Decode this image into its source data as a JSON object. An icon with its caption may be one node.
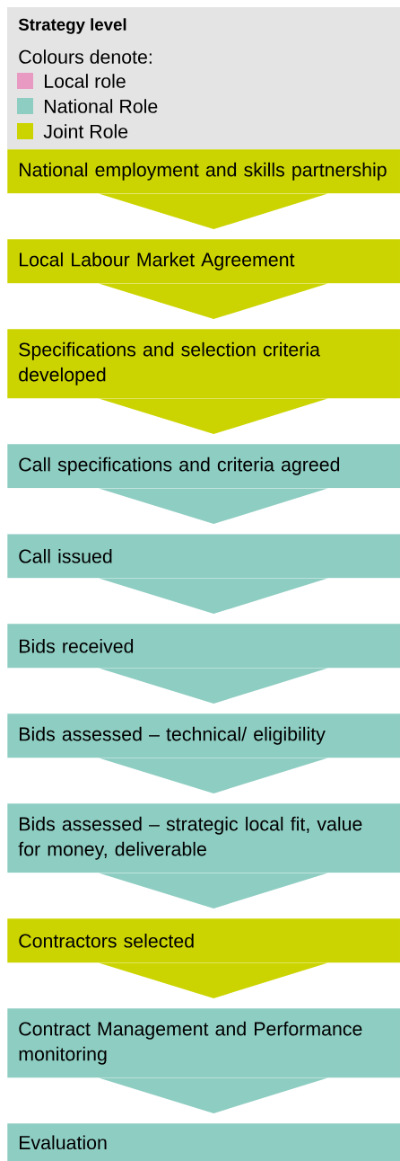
{
  "diagram": {
    "title": "Strategy level",
    "nodes": [
      {
        "text": [
          "National employment and skills partnership"
        ]
      },
      {
        "text": [
          "Local Labour Market Agreement"
        ]
      },
      {
        "text": [
          "Specifications and selection criteria developed"
        ]
      },
      {
        "text": [
          "Call specifications and criteria agreed"
        ]
      },
      {
        "text": [
          "Call issued"
        ]
      },
      {
        "text": [
          "Bids received"
        ]
      },
      {
        "text": [
          "Bids assessed – technical/ eligibility"
        ]
      },
      {
        "text": [
          "Bids assessed – strategic local fit, value for money, deliverable"
        ]
      },
      {
        "text": [
          "Contractors selected"
        ]
      },
      {
        "text": [
          "Contract Management and Performance monitoring"
        ]
      },
      {
        "text": [
          "Evaluation"
        ]
      }
    ],
    "edges": [
      {
        "from": 0,
        "to": 1,
        "arrow": "to",
        "color": "#cbd400"
      },
      {
        "from": 1,
        "to": 2,
        "arrow": "to",
        "color": "#cbd400"
      },
      {
        "from": 2,
        "to": 3,
        "arrow": "to",
        "color": "#cbd400"
      },
      {
        "from": 3,
        "to": 4,
        "arrow": "to"
      },
      {
        "from": 4,
        "to": 5,
        "arrow": "to"
      },
      {
        "from": 5,
        "to": 6,
        "arrow": "to"
      },
      {
        "from": 6,
        "to": 7,
        "arrow": "to"
      },
      {
        "from": 7,
        "to": 8,
        "arrow": "to"
      },
      {
        "from": 8,
        "to": 9,
        "arrow": "to",
        "color": "#cbd400"
      },
      {
        "from": 9,
        "to": 10,
        "arrow": "to"
      }
    ],
    "labels": [
      "Colours denote:"
    ],
    "legend": [
      {
        "text": "Local role",
        "color": "#e99ac3"
      },
      {
        "text": "National Role",
        "color": "#8ecdc2"
      },
      {
        "text": "Joint Role",
        "color": "#cbd400"
      }
    ]
  }
}
